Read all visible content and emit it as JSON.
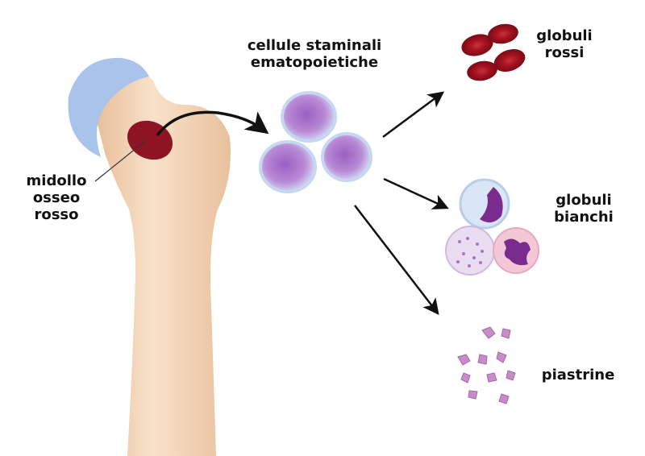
{
  "labels": {
    "stem_cells_line1": "cellule staminali",
    "stem_cells_line2": "ematopoietiche",
    "marrow_line1": "midollo",
    "marrow_line2": "osseo",
    "marrow_line3": "rosso",
    "red_cells_line1": "globuli",
    "red_cells_line2": "rossi",
    "white_cells_line1": "globuli",
    "white_cells_line2": "bianchi",
    "platelets": "piastrine"
  },
  "colors": {
    "bone": "#f3d3b3",
    "cartilage": "#a9c3ea",
    "marrow": "#8e1424",
    "stem_cell": "#b58ad2",
    "red_cell": "#a3121f",
    "platelet": "#c98cc8",
    "arrow": "#111111"
  }
}
